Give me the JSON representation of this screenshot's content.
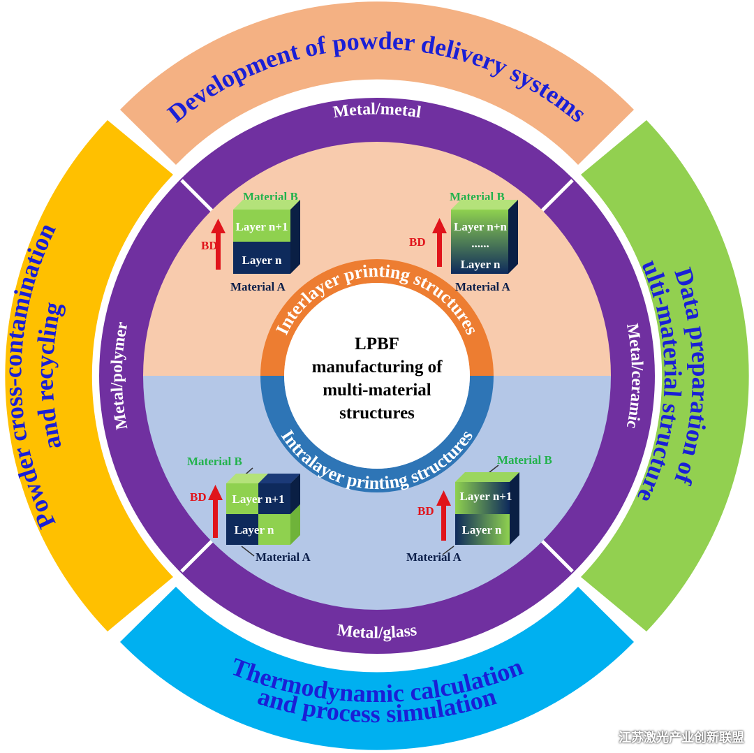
{
  "outer_ring": {
    "top": "Development of powder delivery systems",
    "right_line1": "Data preparation of",
    "right_line2": "multi-material structures",
    "bottom_line1": "Thermodynamic calculation",
    "bottom_line2": "and process simulation",
    "left_line1": "Powder cross-contamination",
    "left_line2": "and recycling"
  },
  "middle_ring": {
    "top": "Metal/metal",
    "right": "Metal/ceramic",
    "bottom": "Metal/glass",
    "left": "Metal/polymer"
  },
  "inner_ring": {
    "top": "Interlayer printing structures",
    "bottom": "Intralayer printing structures"
  },
  "center": {
    "line1": "LPBF",
    "line2": "manufacturing of",
    "line3": "multi-material",
    "line4": "structures"
  },
  "quadrants": {
    "top_left": {
      "material_b": "Material B",
      "material_a": "Material A",
      "bd": "BD",
      "layer_top": "Layer n+1",
      "layer_bottom": "Layer n"
    },
    "top_right": {
      "material_b": "Material B",
      "material_a": "Material A",
      "bd": "BD",
      "layer_top": "Layer n+n",
      "layer_mid": "......",
      "layer_bottom": "Layer n"
    },
    "bottom_left": {
      "material_b": "Material B",
      "material_a": "Material A",
      "bd": "BD",
      "layer_top": "Layer n+1",
      "layer_bottom": "Layer n"
    },
    "bottom_right": {
      "material_b": "Material B",
      "material_a": "Material A",
      "bd": "BD",
      "layer_top": "Layer n+1",
      "layer_bottom": "Layer n"
    }
  },
  "watermark": "江苏激光产业创新联盟",
  "colors": {
    "outer_top": "#f4b183",
    "outer_right": "#92d050",
    "outer_bottom": "#00b0f0",
    "outer_left": "#ffc000",
    "middle_ring": "#7030a0",
    "upper_fill": "#f8cbad",
    "lower_fill": "#b4c7e7",
    "inner_top": "#ed7d31",
    "inner_bottom": "#2e75b6",
    "material_b": "#8fd14f",
    "material_a": "#0e2a5c"
  }
}
